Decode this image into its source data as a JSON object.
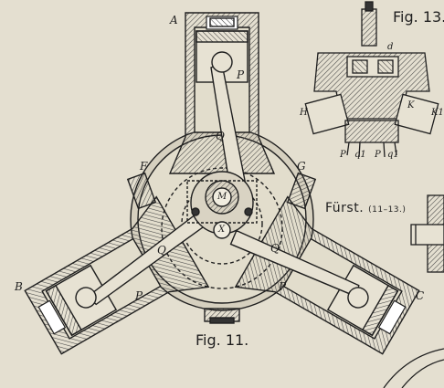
{
  "captions": {
    "fig11": "Fig. 11.",
    "fig13": "Fig. 13.",
    "furst_word": "Fürst.",
    "furst_range": "(11–13.)"
  },
  "labels": {
    "A": "A",
    "B": "B",
    "C": "C",
    "F": "F",
    "G": "G",
    "P": "P",
    "Q": "Q",
    "M": "M",
    "X": "X",
    "d": "d",
    "H": "H",
    "K": "K",
    "K1": "K1",
    "q1": "q1"
  },
  "colors": {
    "paper": "#e4dfd0",
    "ink": "#1f1f1f",
    "hatch": "#4a4a48"
  }
}
